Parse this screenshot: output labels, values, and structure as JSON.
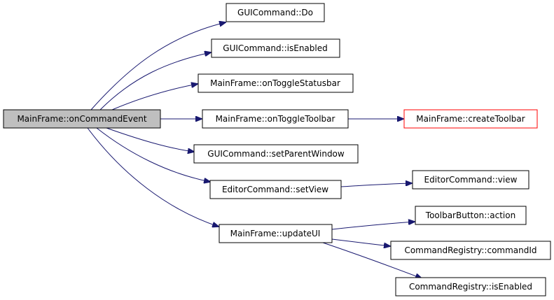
{
  "colors": {
    "edge": "#191970",
    "root_fill": "#bfbfbf",
    "node_fill": "#ffffff",
    "node_border": "#000000",
    "truncated_border": "#ff0000"
  },
  "nodes": {
    "root": {
      "label": "MainFrame::onCommandEvent",
      "style": "root"
    },
    "gui_do": {
      "label": "GUICommand::Do",
      "style": "normal"
    },
    "gui_isenabled": {
      "label": "GUICommand::isEnabled",
      "style": "normal"
    },
    "toggle_statusbar": {
      "label": "MainFrame::onToggleStatusbar",
      "style": "normal"
    },
    "toggle_toolbar": {
      "label": "MainFrame::onToggleToolbar",
      "style": "normal"
    },
    "create_toolbar": {
      "label": "MainFrame::createToolbar",
      "style": "truncated"
    },
    "set_parent_window": {
      "label": "GUICommand::setParentWindow",
      "style": "normal"
    },
    "editor_setview": {
      "label": "EditorCommand::setView",
      "style": "normal"
    },
    "editor_view": {
      "label": "EditorCommand::view",
      "style": "normal"
    },
    "update_ui": {
      "label": "MainFrame::updateUI",
      "style": "normal"
    },
    "toolbar_action": {
      "label": "ToolbarButton::action",
      "style": "normal"
    },
    "registry_commandid": {
      "label": "CommandRegistry::commandId",
      "style": "normal"
    },
    "registry_isenabled": {
      "label": "CommandRegistry::isEnabled",
      "style": "normal"
    }
  },
  "edges": [
    {
      "from": "root",
      "to": "gui_do"
    },
    {
      "from": "root",
      "to": "gui_isenabled"
    },
    {
      "from": "root",
      "to": "toggle_statusbar"
    },
    {
      "from": "root",
      "to": "toggle_toolbar"
    },
    {
      "from": "root",
      "to": "set_parent_window"
    },
    {
      "from": "root",
      "to": "editor_setview"
    },
    {
      "from": "root",
      "to": "update_ui"
    },
    {
      "from": "toggle_toolbar",
      "to": "create_toolbar"
    },
    {
      "from": "editor_setview",
      "to": "editor_view"
    },
    {
      "from": "update_ui",
      "to": "toolbar_action"
    },
    {
      "from": "update_ui",
      "to": "registry_commandid"
    },
    {
      "from": "update_ui",
      "to": "registry_isenabled"
    }
  ]
}
